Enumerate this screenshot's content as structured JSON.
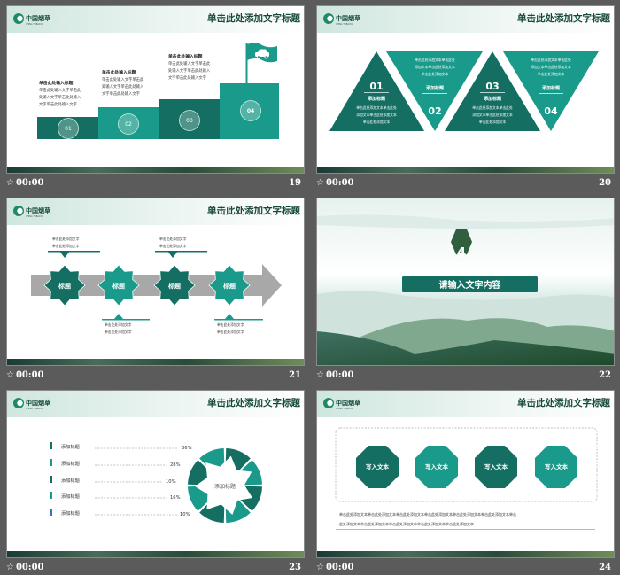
{
  "app": {
    "view": "slide-sorter"
  },
  "header": {
    "logo_text": "中国烟草",
    "logo_sub": "CHINA TOBACCO",
    "title": "单击此处添加文字标题"
  },
  "colors": {
    "dark_teal": "#146f62",
    "teal": "#1a9a8a",
    "background": "#5b5b5b",
    "title": "#174a3c"
  },
  "slides": [
    {
      "number": "19",
      "time": "00:00",
      "steps": [
        {
          "num": "01",
          "heading": "单击此处输入标题",
          "body": [
            "单击此处输入文字单击此",
            "处输入文字单击此处输入",
            "文字单击此处输入文字"
          ]
        },
        {
          "num": "02",
          "heading": "单击此处输入标题",
          "body": [
            "单击此处输入文字单击此",
            "处输入文字单击此处输入",
            "文字单击此处输入文字"
          ]
        },
        {
          "num": "03",
          "heading": "单击此处输入标题",
          "body": [
            "单击此处输入文字单击此",
            "处输入文字单击此处输入",
            "文字单击此处输入文字"
          ]
        },
        {
          "num": "04"
        }
      ],
      "flag_icon": "car-icon"
    },
    {
      "number": "20",
      "time": "00:00",
      "triangles": [
        {
          "num": "01",
          "heading": "添加标题",
          "body": [
            "单击此处添加文本单击此处",
            "添加文本单击此处添加文本",
            "单击此处添加文本"
          ]
        },
        {
          "num": "02",
          "heading": "添加标题",
          "body": [
            "单击此处添加文本单击此处",
            "添加文本单击此处添加文本",
            "单击此处添加文本"
          ]
        },
        {
          "num": "03",
          "heading": "添加标题",
          "body": [
            "单击此处添加文本单击此处",
            "添加文本单击此处添加文本",
            "单击此处添加文本"
          ]
        },
        {
          "num": "04",
          "heading": "添加标题",
          "body": [
            "单击此处添加文本单击此处",
            "添加文本单击此处添加文本",
            "单击此处添加文本"
          ]
        }
      ]
    },
    {
      "number": "21",
      "time": "00:00",
      "stars": [
        "标题",
        "标题",
        "标题",
        "标题"
      ],
      "callouts": [
        [
          "单击此处添加文字",
          "单击此处添加文字"
        ],
        [
          "单击此处添加文字",
          "单击此处添加文字"
        ],
        [
          "单击此处添加文字",
          "单击此处添加文字"
        ],
        [
          "单击此处添加文字",
          "单击此处添加文字"
        ]
      ]
    },
    {
      "number": "22",
      "time": "00:00",
      "section_number": "4",
      "banner": "请输入文字内容"
    },
    {
      "number": "23",
      "time": "00:00",
      "center_label": "添加标题",
      "items": [
        {
          "label": "添加标题",
          "value": "36%"
        },
        {
          "label": "添加标题",
          "value": "28%"
        },
        {
          "label": "添加标题",
          "value": "10%"
        },
        {
          "label": "添加标题",
          "value": "16%"
        },
        {
          "label": "添加标题",
          "value": "10%"
        }
      ]
    },
    {
      "number": "24",
      "time": "00:00",
      "octagons": [
        "写入文本",
        "写入文本",
        "写入文本",
        "写入文本"
      ],
      "paragraph": [
        "单击此处添加文本单击此处添加文本单击此处添加文本单击此处添加文本单击此处添加文本单击此处添加文本单击",
        "此处添加文本单击此处添加文本单击此处添加文本单击此处添加文本单击此处添加文本"
      ]
    }
  ]
}
